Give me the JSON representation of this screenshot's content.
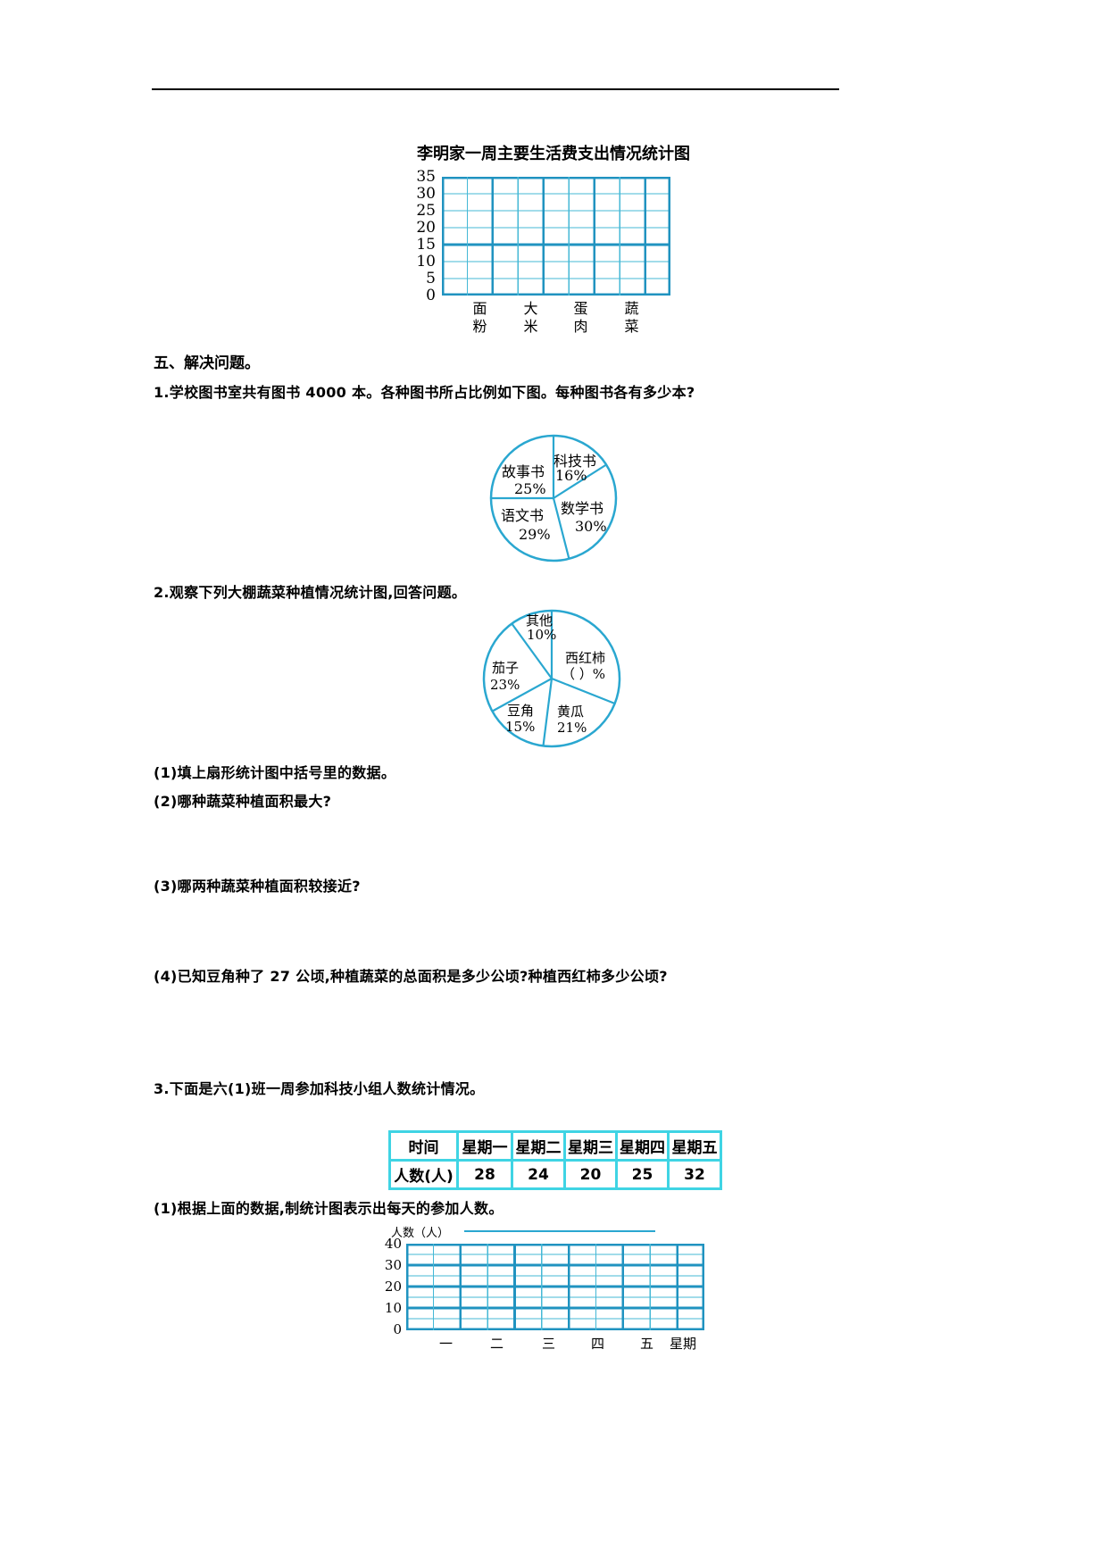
{
  "colors": {
    "grid_thin": "#45b8d6",
    "grid_thick": "#2093c0",
    "pie_stroke": "#2aa7d0",
    "table_border": "#3fd4e4",
    "rule": "#000000"
  },
  "chart1": {
    "title": "李明家一周主要生活费支出情况统计图",
    "y_ticks": [
      "35",
      "30",
      "25",
      "20",
      "15",
      "10",
      "5",
      "0"
    ],
    "x_labels": [
      "面粉",
      "大米",
      "蛋肉",
      "蔬菜"
    ]
  },
  "section": {
    "heading": "五、解决问题。",
    "q1_text": "1.学校图书室共有图书 4000 本。各种图书所占比例如下图。每种图书各有多少本?",
    "q2_text": "2.观察下列大棚蔬菜种植情况统计图,回答问题。",
    "q2_sub1": "(1)填上扇形统计图中括号里的数据。",
    "q2_sub2": "(2)哪种蔬菜种植面积最大?",
    "q2_sub3": "(3)哪两种蔬菜种植面积较接近?",
    "q2_sub4": "(4)已知豆角种了 27 公顷,种植蔬菜的总面积是多少公顷?种植西红柿多少公顷?",
    "q3_text": "3.下面是六(1)班一周参加科技小组人数统计情况。",
    "q3_sub1": "(1)根据上面的数据,制统计图表示出每天的参加人数。"
  },
  "pie1": {
    "labels": {
      "keji": "科技书",
      "keji_pct": "16%",
      "shuxue": "数学书",
      "shuxue_pct": "30%",
      "yuwen": "语文书",
      "yuwen_pct": "29%",
      "gushi": "故事书",
      "gushi_pct": "25%"
    }
  },
  "pie2": {
    "labels": {
      "qita": "其他",
      "qita_pct": "10%",
      "xihongshi": "西红柿",
      "xihongshi_pct": "（ ）%",
      "huanggua": "黄瓜",
      "huanggua_pct": "21%",
      "doujiao": "豆角",
      "doujiao_pct": "15%",
      "qiezi": "茄子",
      "qiezi_pct": "23%"
    }
  },
  "table": {
    "header": [
      "时间",
      "星期一",
      "星期二",
      "星期三",
      "星期四",
      "星期五"
    ],
    "row_label": "人数(人)",
    "values": [
      "28",
      "24",
      "20",
      "25",
      "32"
    ]
  },
  "chart2": {
    "ylabel": "人数（人）",
    "y_ticks": [
      "40",
      "30",
      "20",
      "10",
      "0"
    ],
    "x_labels": [
      "一",
      "二",
      "三",
      "四",
      "五"
    ],
    "x_unit": "星期"
  },
  "chart_data": [
    {
      "type": "bar",
      "title": "李明家一周主要生活费支出情况统计图",
      "categories": [
        "面粉",
        "大米",
        "蛋肉",
        "蔬菜"
      ],
      "values": [
        null,
        null,
        null,
        null
      ],
      "xlabel": "",
      "ylabel": "",
      "ylim": [
        0,
        35
      ],
      "ytick_step": 5,
      "grid": true,
      "note": "empty grid — students draw the bars"
    },
    {
      "type": "pie",
      "title": "学校图书室图书比例",
      "labels": [
        "科技书",
        "数学书",
        "语文书",
        "故事书"
      ],
      "values": [
        16,
        30,
        29,
        25
      ],
      "value_labels": [
        "16%",
        "30%",
        "29%",
        "25%"
      ]
    },
    {
      "type": "pie",
      "title": "大棚蔬菜种植情况",
      "labels": [
        "西红柿",
        "黄瓜",
        "豆角",
        "茄子",
        "其他"
      ],
      "values": [
        31,
        21,
        15,
        23,
        10
      ],
      "value_labels": [
        "（ ）%",
        "21%",
        "15%",
        "23%",
        "10%"
      ]
    },
    {
      "type": "table",
      "columns": [
        "时间",
        "星期一",
        "星期二",
        "星期三",
        "星期四",
        "星期五"
      ],
      "rows": [
        [
          "人数(人)",
          "28",
          "24",
          "20",
          "25",
          "32"
        ]
      ]
    },
    {
      "type": "bar",
      "title": "",
      "ylabel": "人数（人）",
      "categories": [
        "一",
        "二",
        "三",
        "四",
        "五"
      ],
      "values": [
        null,
        null,
        null,
        null,
        null
      ],
      "ylim": [
        0,
        40
      ],
      "ytick_step": 10,
      "grid": true,
      "note": "empty grid — students draw the chart; x unit label 星期"
    }
  ]
}
